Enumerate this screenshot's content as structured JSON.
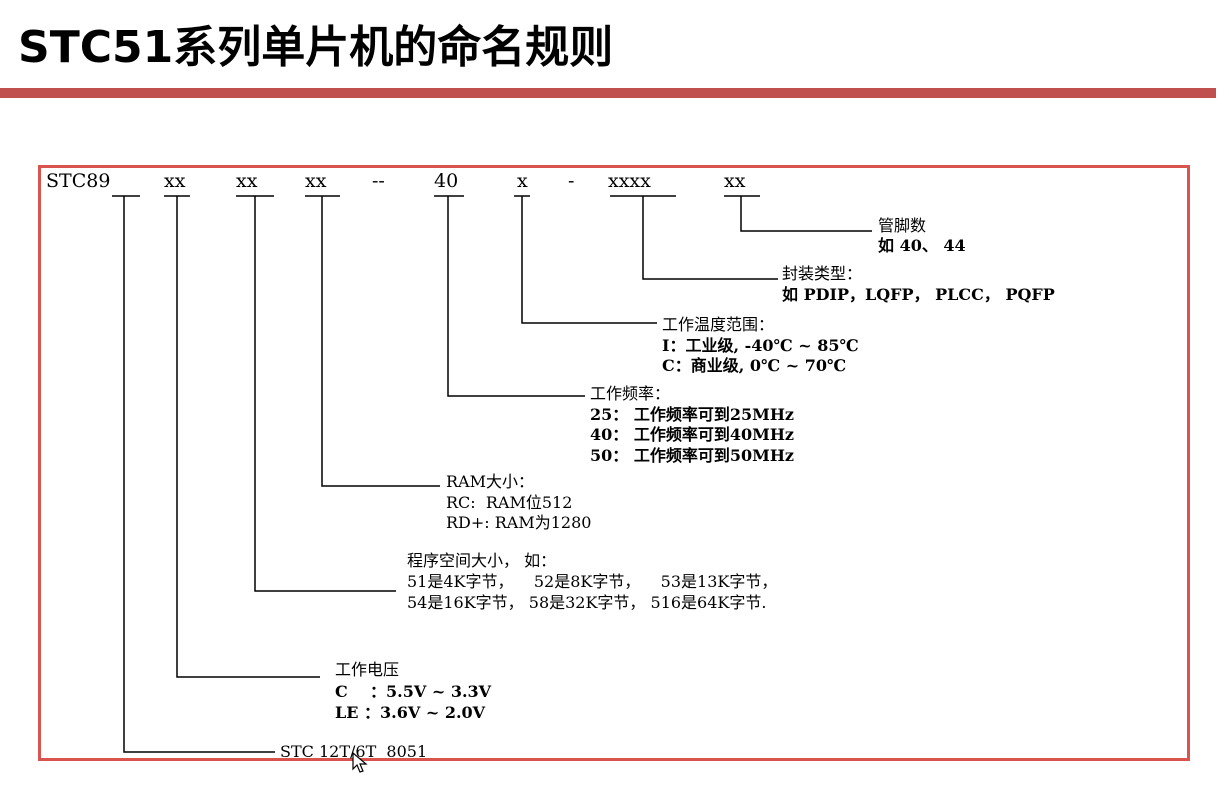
{
  "slide": {
    "title": "STC51系列单片机的命名规则",
    "accent_color": "#c0504d",
    "frame_color": "#d9534f"
  },
  "diagram": {
    "code": {
      "prefix": "STC89",
      "seg_voltage": "xx",
      "seg_program": "xx",
      "seg_ram": "xx",
      "dash1": "--",
      "seg_freq": "40",
      "seg_temp": "x",
      "dash2": "-",
      "seg_package": "xxxx",
      "seg_pins": "xx"
    },
    "pins": {
      "title": "管脚数",
      "line1": "如 40、 44"
    },
    "package": {
      "title": "封装类型：",
      "line1": "如 PDIP，LQFP， PLCC， PQFP"
    },
    "temp": {
      "title": "工作温度范围：",
      "line1": "I：工业级, -40℃ ~ 85℃",
      "line2": "C：商业级, 0℃ ~ 70℃"
    },
    "freq": {
      "title": "工作频率：",
      "line1": "25： 工作频率可到25MHz",
      "line2": "40： 工作频率可到40MHz",
      "line3": "50： 工作频率可到50MHz"
    },
    "ram": {
      "title": "RAM大小：",
      "line1": "RC:  RAM位512",
      "line2": "RD+: RAM为1280"
    },
    "program": {
      "title": "程序空间大小， 如：",
      "line1": "51是4K字节，    52是8K字节，    53是13K字节，",
      "line2": "54是16K字节， 58是32K字节， 516是64K字节."
    },
    "voltage": {
      "title": "工作电压",
      "line1": "C    ：5.5V ~ 3.3V",
      "line2": "LE ：3.6V ~ 2.0V"
    },
    "base": {
      "label": "STC 12T/6T  8051"
    }
  }
}
